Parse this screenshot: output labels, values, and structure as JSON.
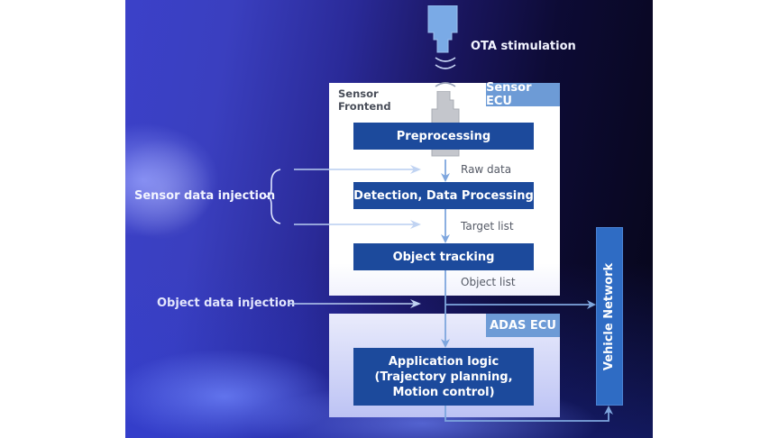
{
  "diagram": {
    "ota_label": "OTA stimulation",
    "sensor_ecu": {
      "tag": "Sensor ECU",
      "frontend_line1": "Sensor",
      "frontend_line2": "Frontend",
      "blocks": [
        "Preprocessing",
        "Detection, Data Processing",
        "Object tracking"
      ],
      "flow_labels": [
        "Raw data",
        "Target list",
        "Object list"
      ]
    },
    "adas_ecu": {
      "tag": "ADAS ECU",
      "block_lines": [
        "Application logic",
        "(Trajectory planning,",
        "Motion control)"
      ]
    },
    "vehicle_network": "Vehicle Network",
    "injections": {
      "sensor": "Sensor data injection",
      "object": "Object data injection"
    },
    "colors": {
      "block_fill": "#1c4a9c",
      "tag_fill": "#6d9bd6",
      "arrow": "#7ea6de",
      "injection_arrow": "#b8cdf0",
      "sensor_device": "#7aaae6",
      "frontend_device": "#c4c6cc"
    }
  }
}
